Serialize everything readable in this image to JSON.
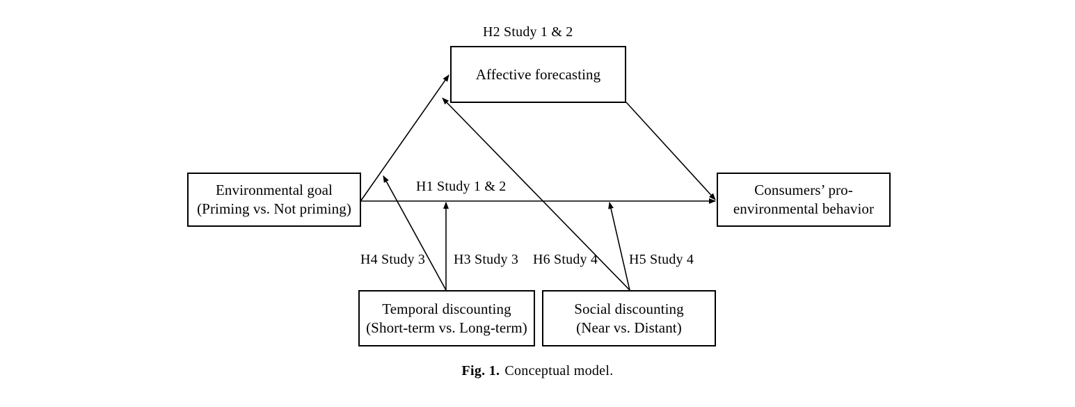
{
  "figure": {
    "caption_prefix": "Fig. 1.",
    "caption_text": "Conceptual model.",
    "line_color": "#000000",
    "box_border_color": "#000000",
    "background_color": "#ffffff"
  },
  "nodes": [
    {
      "id": "affective-forecasting",
      "label": "Affective  forecasting"
    },
    {
      "id": "environmental-goal",
      "label": "Environmental goal\n(Priming vs. Not priming)"
    },
    {
      "id": "consumers-behavior",
      "label": "Consumers’ pro-\nenvironmental behavior"
    },
    {
      "id": "temporal-discounting",
      "label": "Temporal discounting\n(Short-term vs. Long-term)"
    },
    {
      "id": "social-discounting",
      "label": "Social discounting\n(Near vs. Distant)"
    }
  ],
  "edge_labels": [
    {
      "id": "h2",
      "text": "H2  Study 1 & 2"
    },
    {
      "id": "h1",
      "text": "H1  Study 1 & 2"
    },
    {
      "id": "h4",
      "text": "H4  Study 3"
    },
    {
      "id": "h3",
      "text": "H3  Study 3"
    },
    {
      "id": "h6",
      "text": "H6  Study 4"
    },
    {
      "id": "h5",
      "text": "H5  Study 4"
    }
  ],
  "edges": [
    {
      "id": "env-goal-to-affective-forecasting",
      "hypothesis": "H2",
      "from": "environmental-goal",
      "to": "affective-forecasting"
    },
    {
      "id": "affective-forecasting-to-consumers",
      "hypothesis": "H2",
      "from": "affective-forecasting",
      "to": "consumers-behavior"
    },
    {
      "id": "env-goal-to-consumers",
      "hypothesis": "H1",
      "from": "environmental-goal",
      "to": "consumers-behavior"
    },
    {
      "id": "temporal-to-env-affective-path",
      "hypothesis": "H4",
      "from": "temporal-discounting",
      "to": "env-goal-to-affective-forecasting"
    },
    {
      "id": "temporal-to-main-path",
      "hypothesis": "H3",
      "from": "temporal-discounting",
      "to": "env-goal-to-consumers"
    },
    {
      "id": "social-to-affective-forecasting",
      "hypothesis": "H6",
      "from": "social-discounting",
      "to": "affective-forecasting"
    },
    {
      "id": "social-to-main-path",
      "hypothesis": "H5",
      "from": "social-discounting",
      "to": "env-goal-to-consumers"
    }
  ]
}
